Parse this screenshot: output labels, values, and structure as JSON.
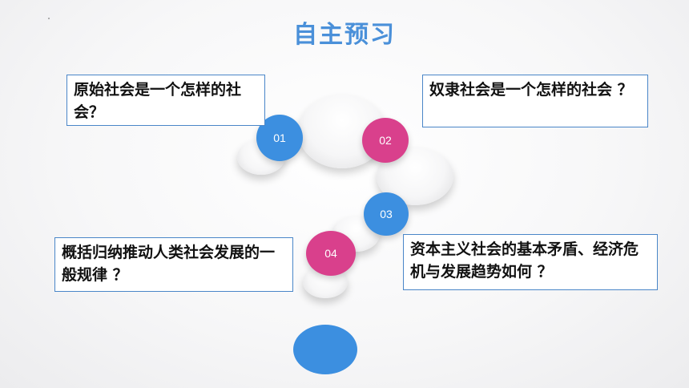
{
  "slide": {
    "title": "自主预习"
  },
  "questions": [
    {
      "id": "q1",
      "text": "原始社会是一个怎样的社会？"
    },
    {
      "id": "q2",
      "text": "奴隶社会是一个怎样的社会 ？"
    },
    {
      "id": "q3",
      "text": "概括归纳推动人类社会发展的一般规律 ？"
    },
    {
      "id": "q4",
      "text": "资本主义社会的基本矛盾、经济危机与发展趋势如何 ？"
    }
  ],
  "markers": [
    {
      "label": "01",
      "color": "#3c8fe0"
    },
    {
      "label": "02",
      "color": "#d9408c"
    },
    {
      "label": "03",
      "color": "#3c8fe0"
    },
    {
      "label": "04",
      "color": "#d9408c"
    }
  ],
  "colors": {
    "title": "#4a90d9",
    "box_border": "#4a86c8",
    "accent_blue": "#3c8fe0",
    "accent_pink": "#d9408c"
  }
}
